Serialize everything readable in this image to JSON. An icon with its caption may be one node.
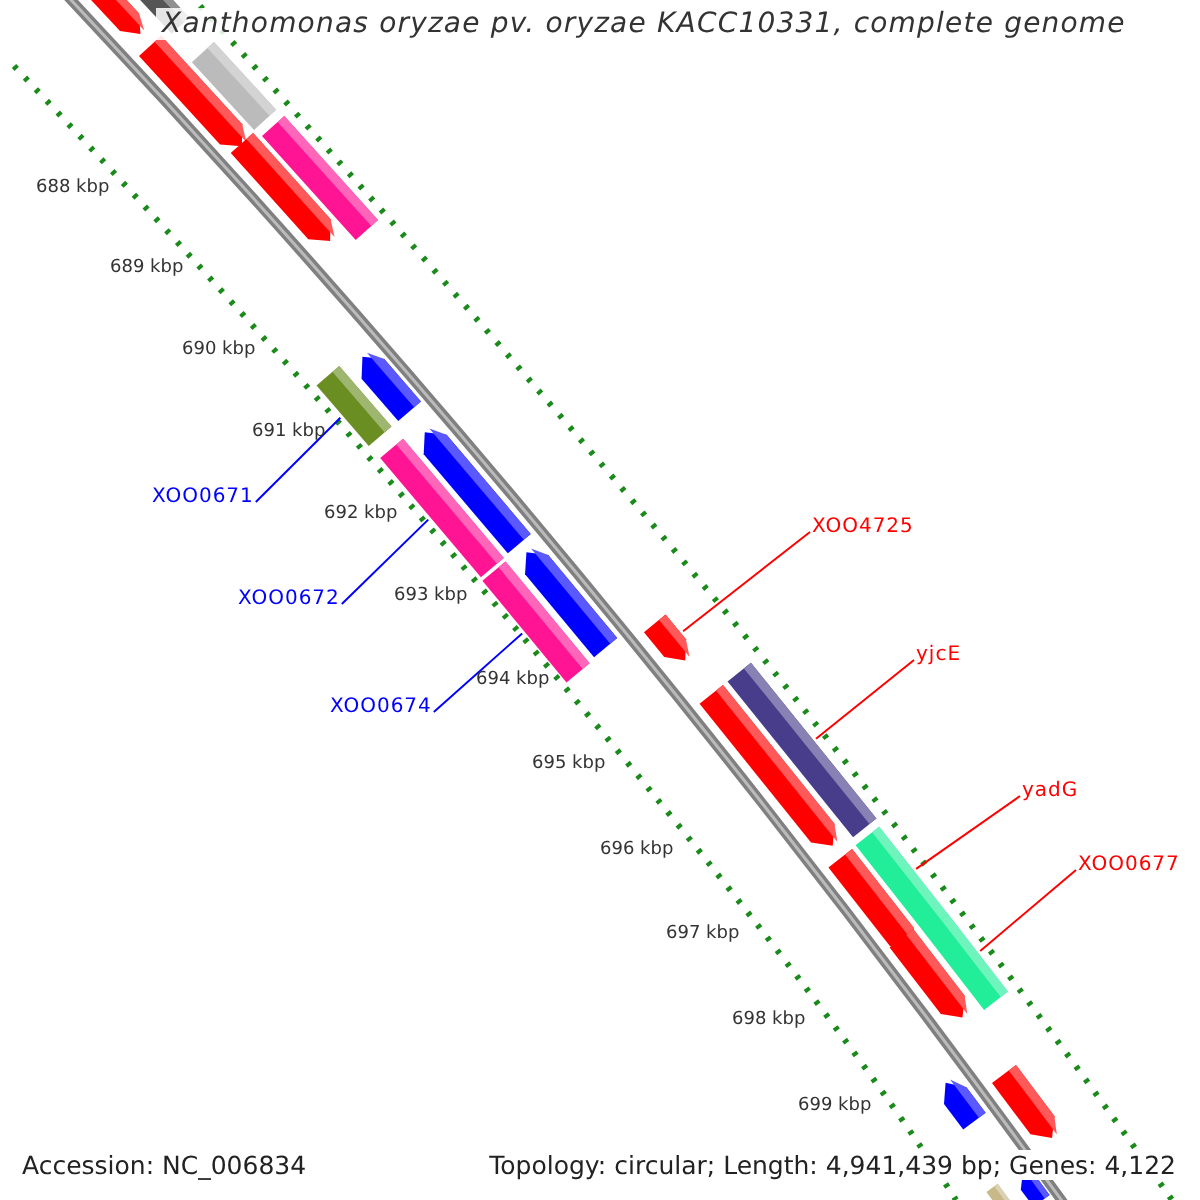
{
  "diagram": {
    "title": "Xanthomonas oryzae pv. oryzae KACC10331, complete genome",
    "nodes": [
      {
        "text": [],
        "shape": "arrow"
      },
      {
        "text": [],
        "shape": "bar"
      },
      {
        "text": [],
        "shape": "arrow"
      },
      {
        "text": [],
        "shape": "bar"
      },
      {
        "text": [],
        "shape": "bar"
      },
      {
        "text": [],
        "shape": "arrow"
      },
      {
        "text": [],
        "shape": "arrow"
      },
      {
        "text": [],
        "shape": "bar"
      },
      {
        "text": [],
        "shape": "arrow"
      },
      {
        "text": [],
        "shape": "bar"
      },
      {
        "text": [],
        "shape": "arrow"
      },
      {
        "text": [],
        "shape": "bar"
      },
      {
        "text": [],
        "shape": "arrow"
      },
      {
        "text": [],
        "shape": "arrow"
      },
      {
        "text": [],
        "shape": "bar"
      },
      {
        "text": [],
        "shape": "arrow"
      },
      {
        "text": [],
        "shape": "bar"
      },
      {
        "text": [],
        "shape": "bar"
      },
      {
        "text": [],
        "shape": "arrow"
      },
      {
        "text": [],
        "shape": "arrow"
      },
      {
        "text": [],
        "shape": "arrow"
      },
      {
        "text": [],
        "shape": "bar"
      },
      {
        "text": [],
        "shape": "arrow"
      },
      {
        "text": [
          "XOO0671"
        ]
      },
      {
        "text": [
          "XOO4725"
        ]
      },
      {
        "text": [
          "XOO0672"
        ]
      },
      {
        "text": [
          "yjcE"
        ]
      },
      {
        "text": [
          "XOO0674"
        ]
      },
      {
        "text": [
          "yadG"
        ]
      },
      {
        "text": [
          "XOO0677"
        ]
      }
    ],
    "edges": [
      {
        "from": 23,
        "to": 7,
        "arrow": "none",
        "color": "#0000ff"
      },
      {
        "from": 24,
        "to": 12,
        "arrow": "none"
      },
      {
        "from": 25,
        "to": 9,
        "arrow": "none",
        "color": "#0000ff"
      },
      {
        "from": 26,
        "to": 14,
        "arrow": "none"
      },
      {
        "from": 27,
        "to": 11,
        "arrow": "none",
        "color": "#0000ff"
      },
      {
        "from": 28,
        "to": 16,
        "arrow": "none"
      },
      {
        "from": 29,
        "to": 17,
        "arrow": "none"
      }
    ],
    "labels": [
      "688 kbp",
      "689 kbp",
      "690 kbp",
      "691 kbp",
      "692 kbp",
      "693 kbp",
      "694 kbp",
      "695 kbp",
      "696 kbp",
      "697 kbp",
      "698 kbp",
      "699 kbp",
      "Accession: NC_006834",
      "Topology: circular; Length: 4,941,439 bp; Genes: 4,122"
    ]
  }
}
